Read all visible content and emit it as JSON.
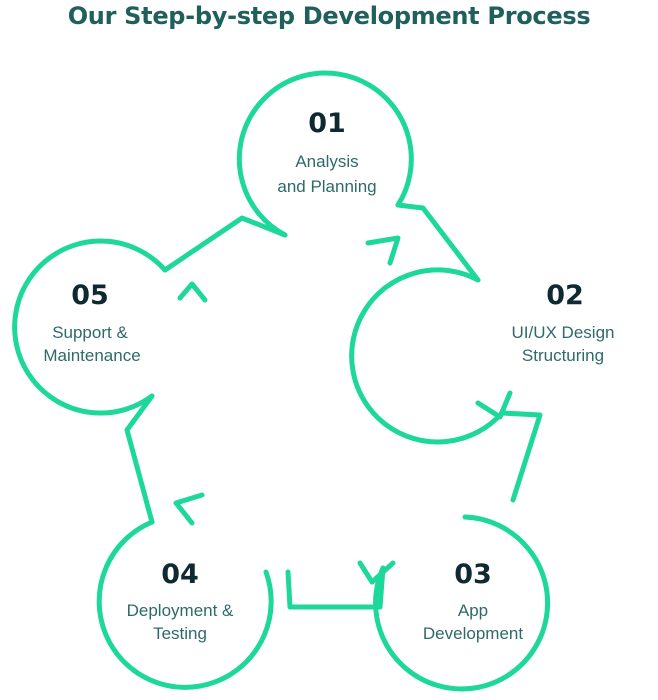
{
  "title": "Our Step-by-step Development Process",
  "colors": {
    "accent": "#1ed79a",
    "title": "#1f5f5c",
    "number": "#0e2a30",
    "label": "#2e6a6a"
  },
  "steps": [
    {
      "number": "01",
      "line1": "Analysis",
      "line2": "and Planning"
    },
    {
      "number": "02",
      "line1": "UI/UX  Design",
      "line2": "Structuring"
    },
    {
      "number": "03",
      "line1": "App",
      "line2": "Development"
    },
    {
      "number": "04",
      "line1": "Deployment &",
      "line2": "Testing"
    },
    {
      "number": "05",
      "line1": "Support &",
      "line2": "Maintenance"
    }
  ]
}
